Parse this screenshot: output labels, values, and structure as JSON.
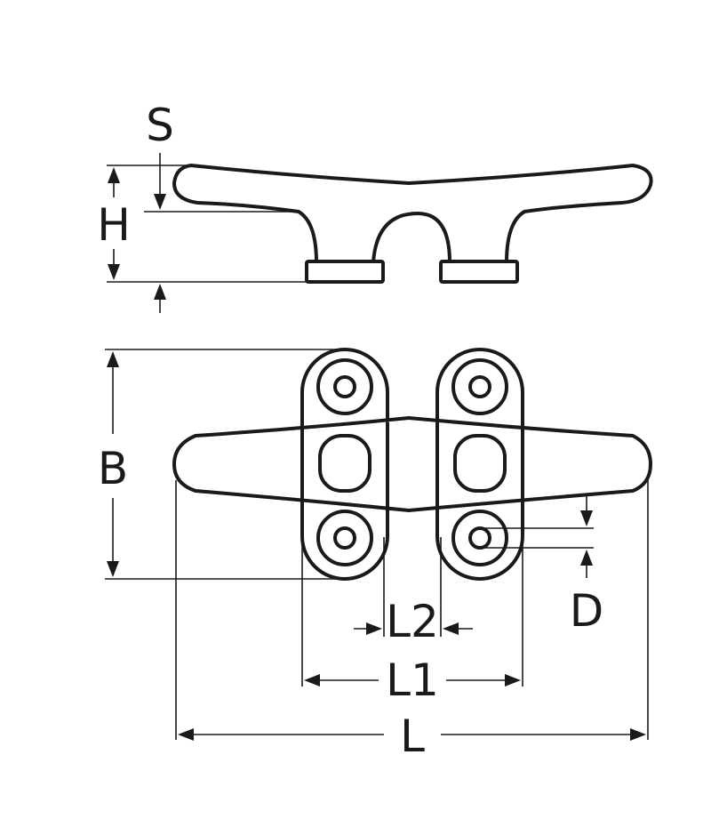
{
  "figure": {
    "line_color": "#1a1a1a",
    "background_color": "#ffffff"
  },
  "labels": {
    "S": "S",
    "H": "H",
    "B": "B",
    "D": "D",
    "L": "L",
    "L1": "L1",
    "L2": "L2"
  }
}
